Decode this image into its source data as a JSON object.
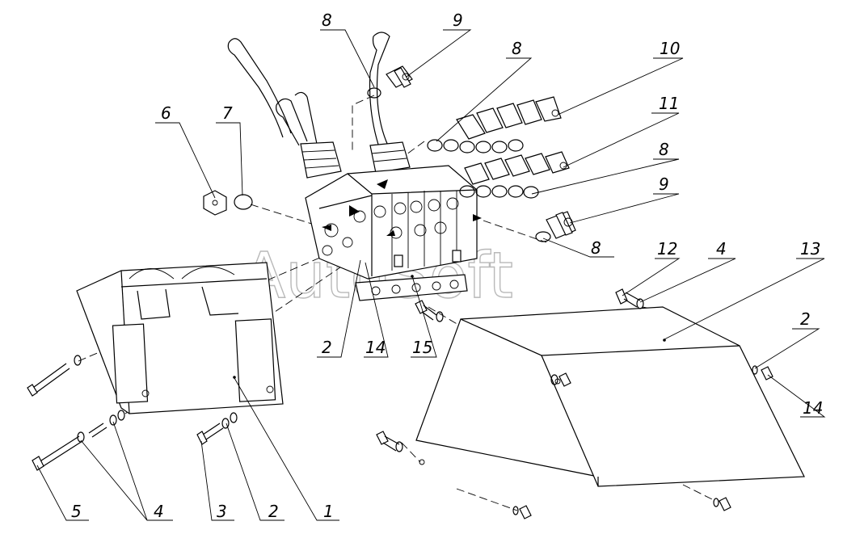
{
  "watermark": "AutoSoft",
  "callouts": [
    {
      "id": "c-8-top",
      "label": "8"
    },
    {
      "id": "c-9-top",
      "label": "9"
    },
    {
      "id": "c-8-a",
      "label": "8"
    },
    {
      "id": "c-10",
      "label": "10"
    },
    {
      "id": "c-6",
      "label": "6"
    },
    {
      "id": "c-7",
      "label": "7"
    },
    {
      "id": "c-11",
      "label": "11"
    },
    {
      "id": "c-8-b",
      "label": "8"
    },
    {
      "id": "c-9-b",
      "label": "9"
    },
    {
      "id": "c-8-c",
      "label": "8"
    },
    {
      "id": "c-12",
      "label": "12"
    },
    {
      "id": "c-4-r",
      "label": "4"
    },
    {
      "id": "c-13",
      "label": "13"
    },
    {
      "id": "c-2-r",
      "label": "2"
    },
    {
      "id": "c-14-r",
      "label": "14"
    },
    {
      "id": "c-2-c",
      "label": "2"
    },
    {
      "id": "c-14-c",
      "label": "14"
    },
    {
      "id": "c-15",
      "label": "15"
    },
    {
      "id": "c-5",
      "label": "5"
    },
    {
      "id": "c-4-l",
      "label": "4"
    },
    {
      "id": "c-3",
      "label": "3"
    },
    {
      "id": "c-2-l",
      "label": "2"
    },
    {
      "id": "c-1",
      "label": "1"
    }
  ]
}
